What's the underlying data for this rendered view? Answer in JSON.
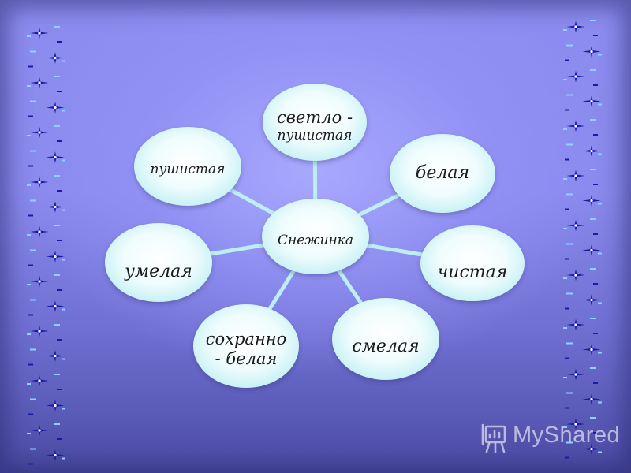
{
  "diagram": {
    "center": {
      "label": "Снежинка"
    },
    "petals": [
      {
        "id": "svetlo-pushistaya",
        "lines": [
          "светло -",
          "пушистая"
        ]
      },
      {
        "id": "belaya",
        "lines": [
          "белая"
        ]
      },
      {
        "id": "chistaya",
        "lines": [
          "чистая"
        ]
      },
      {
        "id": "smelaya",
        "lines": [
          "смелая"
        ]
      },
      {
        "id": "sokhranno-belaya",
        "lines": [
          "сохранно",
          "- белая"
        ]
      },
      {
        "id": "umelaya",
        "lines": [
          "умелая"
        ]
      },
      {
        "id": "pushistaya",
        "lines": [
          "пушистая"
        ]
      }
    ]
  },
  "watermark": {
    "text": "MyShared",
    "icon": "presentation-board-icon"
  },
  "colors": {
    "node_fill_center": "#ffffff",
    "node_fill_edge": "#bfeff3",
    "connector": "#bdeef2",
    "sparkle": "#1a1aa8",
    "sparkle_light": "#8fd2ff"
  }
}
